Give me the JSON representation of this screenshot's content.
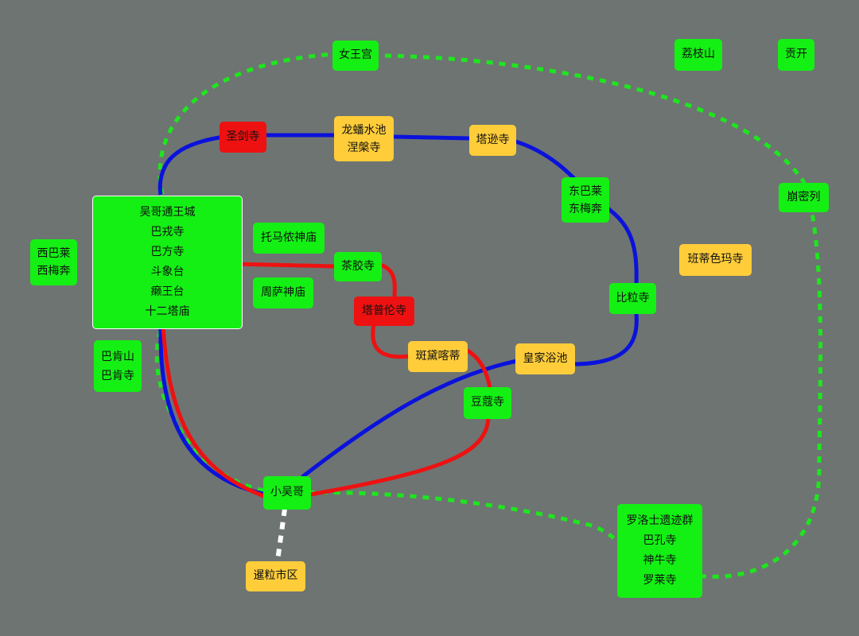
{
  "colors": {
    "background": "#6e7472",
    "site_green": "#14f014",
    "site_yellow": "#ffcd3a",
    "site_red": "#ee1111",
    "route_blue": "#0a12dc",
    "route_red": "#ee1111",
    "route_dotted_green": "#1ee61e",
    "route_dotted_white": "#ffffff"
  },
  "nodes": {
    "nuwanggong": "女王宫",
    "lizhishan": "荔枝山",
    "gongkai": "贡开",
    "shengjiansi": "圣剑寺",
    "longpanshuichi": [
      "龙蟠水池",
      "涅槃寺"
    ],
    "taxunsi": "塔逊寺",
    "dongbalai": [
      "东巴莱",
      "东梅奔"
    ],
    "bengmilie": "崩密列",
    "wugetong": [
      "吴哥通王城",
      "巴戎寺",
      "巴方寺",
      "斗象台",
      "癞王台",
      "十二塔庙"
    ],
    "tuomayi": "托马侬神庙",
    "xibalai": [
      "西巴莱",
      "西梅奔"
    ],
    "chajiaosi": "茶胶寺",
    "zhousa": "周萨神庙",
    "tapulunsi": "塔普伦寺",
    "bandiseima": "班蒂色玛寺",
    "biliisi": "比粒寺",
    "bakenshan": [
      "巴肯山",
      "巴肯寺"
    ],
    "bandaikadi": "斑黛喀蒂",
    "huangjiayuchi": "皇家浴池",
    "doukousi": "豆蔻寺",
    "xiaowuge": "小吴哥",
    "luoluoshi": [
      "罗洛士遗迹群",
      "巴孔寺",
      "神牛寺",
      "罗莱寺"
    ],
    "xianlishiqu": "暹粒市区"
  }
}
